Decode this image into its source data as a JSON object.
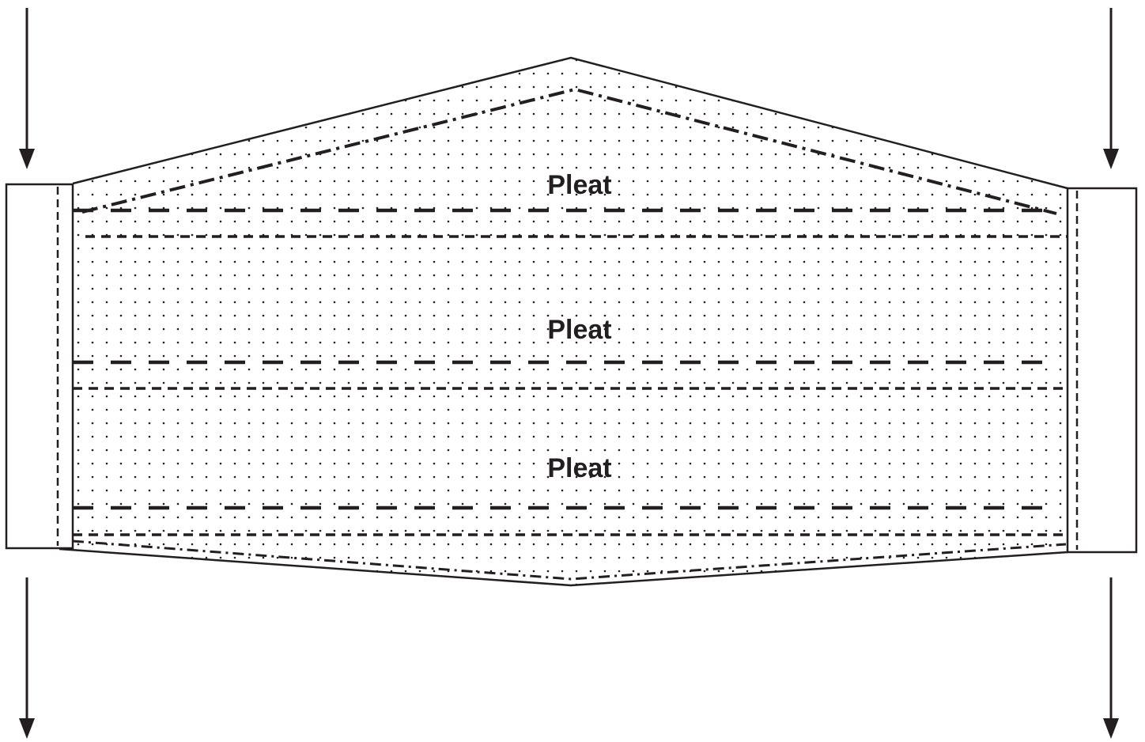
{
  "diagram": {
    "labels": {
      "pleat_top": "Pleat",
      "pleat_middle": "Pleat",
      "pleat_bottom": "Pleat"
    },
    "colors": {
      "ink": "#231f20",
      "background": "#ffffff"
    },
    "icons": {
      "arrows": "down-arrow-icon"
    }
  }
}
